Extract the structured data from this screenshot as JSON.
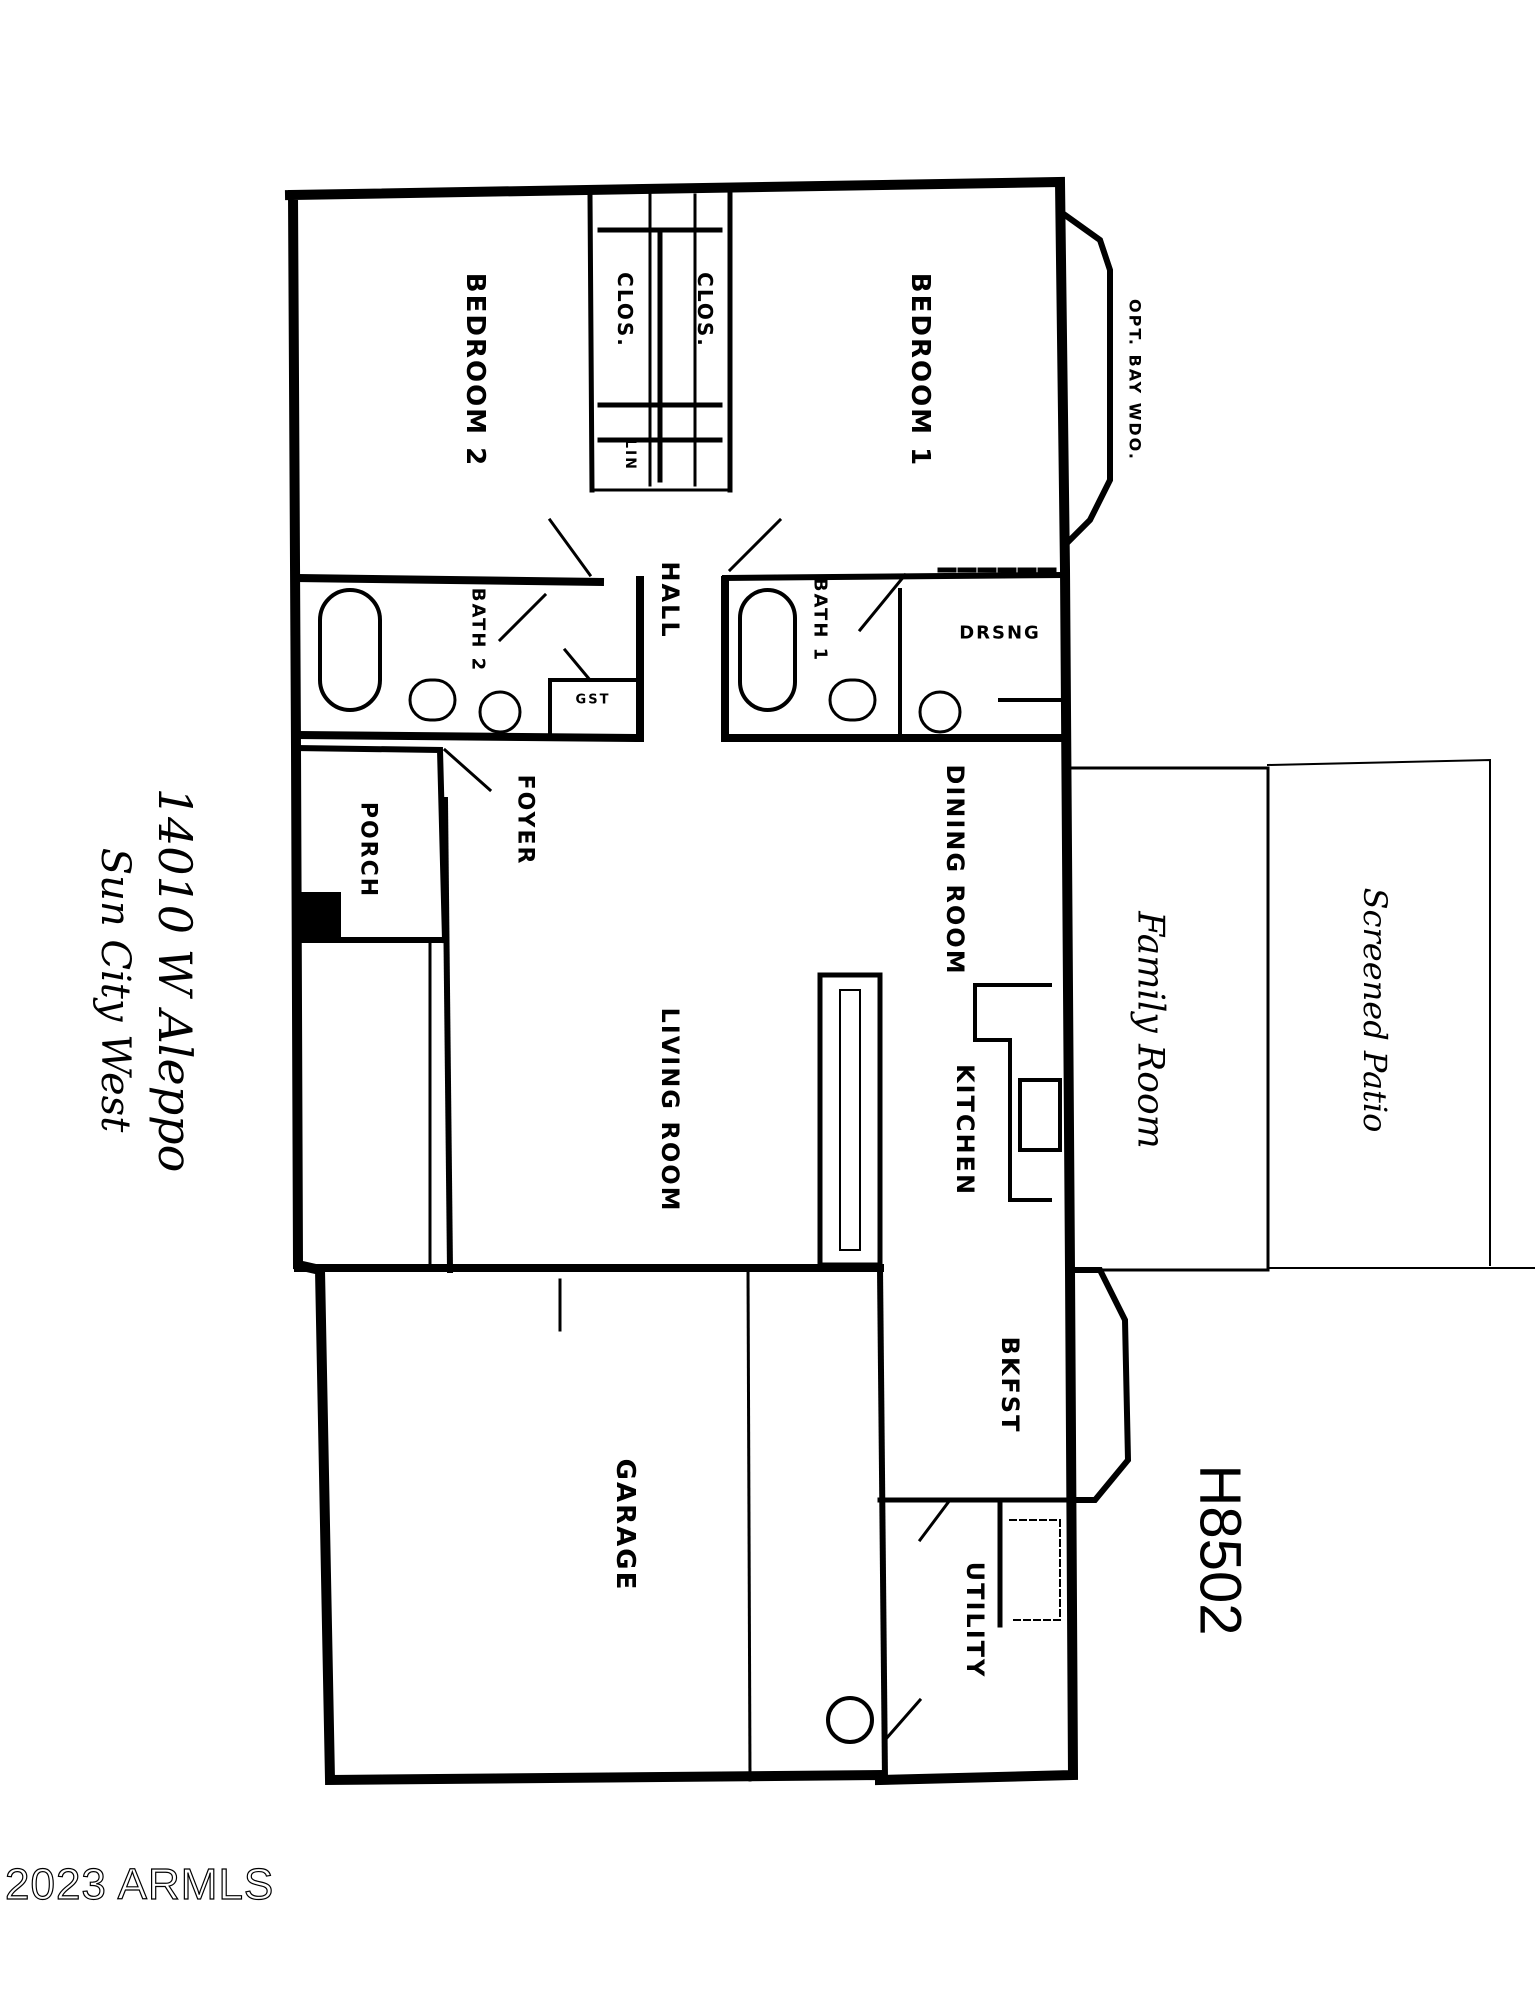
{
  "plan": {
    "plan_id": "H8502",
    "watermark": "2023 ARMLS",
    "orientation": "rotated 90 degrees",
    "rooms": [
      {
        "key": "bedroom2",
        "label": "BEDROOM 2"
      },
      {
        "key": "bedroom1",
        "label": "BEDROOM 1"
      },
      {
        "key": "clos1",
        "label": "CLOS."
      },
      {
        "key": "clos2",
        "label": "CLOS."
      },
      {
        "key": "lin",
        "label": "LIN"
      },
      {
        "key": "bay",
        "label": "OPT. BAY WDO."
      },
      {
        "key": "hall",
        "label": "HALL"
      },
      {
        "key": "bath2",
        "label": "BATH 2"
      },
      {
        "key": "bath1",
        "label": "BATH 1"
      },
      {
        "key": "dressing",
        "label": "DRSNG"
      },
      {
        "key": "guest_closet",
        "label": "GST"
      },
      {
        "key": "foyer",
        "label": "FOYER"
      },
      {
        "key": "porch",
        "label": "PORCH"
      },
      {
        "key": "dining",
        "label": "DINING ROOM"
      },
      {
        "key": "living",
        "label": "LIVING ROOM"
      },
      {
        "key": "kitchen",
        "label": "KITCHEN"
      },
      {
        "key": "breakfast",
        "label": "BKFST"
      },
      {
        "key": "garage",
        "label": "GARAGE"
      },
      {
        "key": "utility",
        "label": "UTILITY"
      }
    ],
    "handwritten": {
      "family_room": "Family Room",
      "screened_patio": "Screened Patio",
      "address": "14010 W Aleppo",
      "city": "Sun City West"
    }
  }
}
